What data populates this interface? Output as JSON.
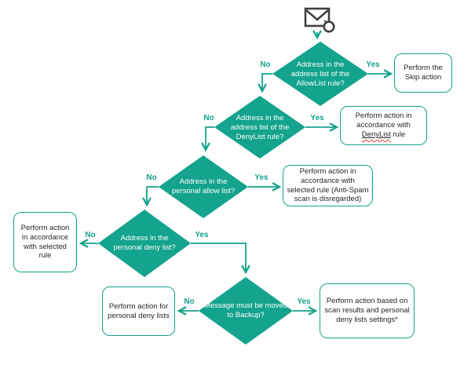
{
  "diagram": {
    "colors": {
      "accent": "#14A38C",
      "icon_dark": "#404040",
      "text": "#262626",
      "squiggle": "#E04040"
    },
    "decisions": {
      "allowlist": "Address in the address list of the AllowList rule?",
      "denylist": "Address in the address list of the DenyList rule?",
      "personal_allow": "Address in the personal allow list?",
      "personal_deny": "Address in the personal deny list?",
      "backup": "Message must be moved to Backup?"
    },
    "actions": {
      "skip": "Perform the Skip action",
      "denylist_pre": "Perform action in accordance with ",
      "denylist_word": "DenyList",
      "denylist_post": " rule",
      "selected_disregarded": "Perform action in accordance with selected rule (Anti-Spam scan is disregarded)",
      "selected": "Perform action in accordance with selected rule",
      "personal_deny_lists": "Perform action for personal deny lists",
      "scan_results": "Perform action based on scan results and personal deny lists settings*"
    },
    "edge_labels": {
      "yes": "Yes",
      "no": "No"
    },
    "start_icon": "envelope-icon"
  }
}
